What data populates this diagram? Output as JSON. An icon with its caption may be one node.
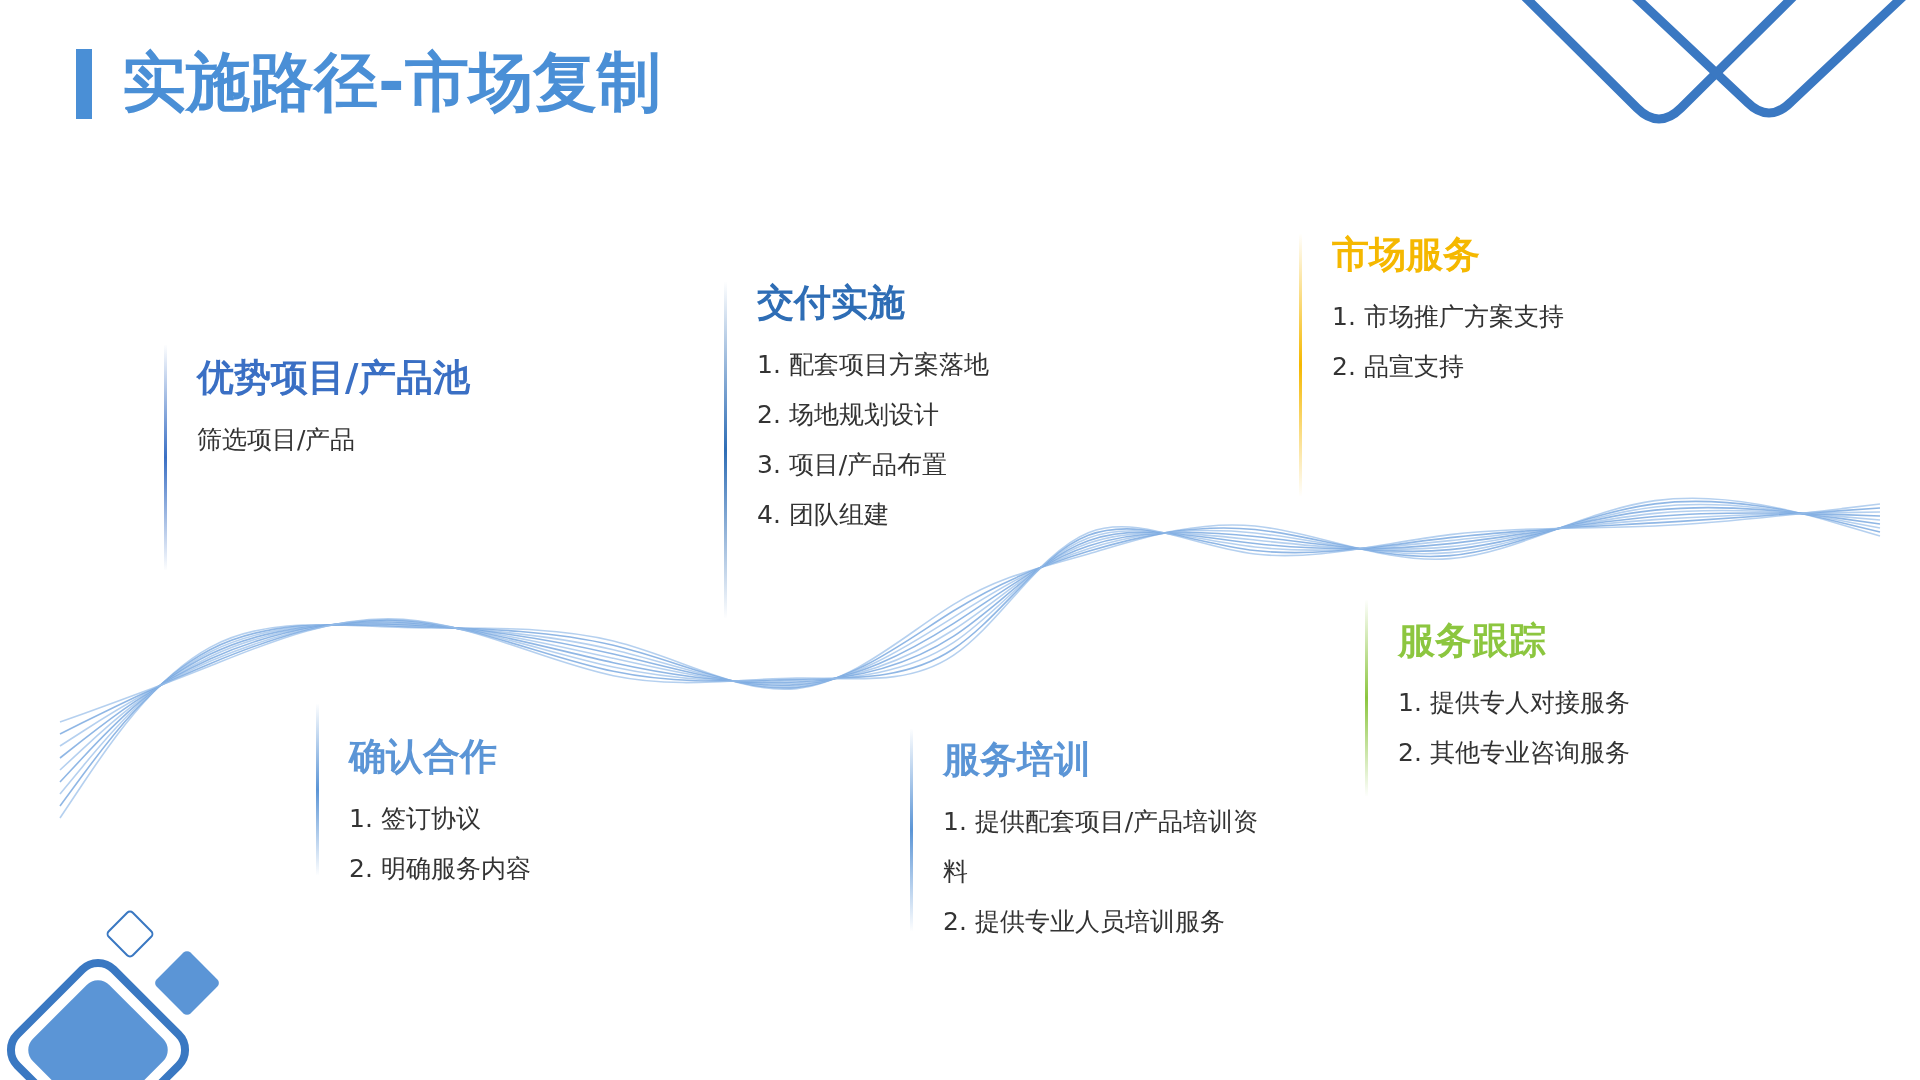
{
  "diagram": {
    "title": "实施路径-市场复制",
    "nodes": [
      {
        "text": [
          "优势项目/产品池",
          "筛选项目/产品"
        ]
      },
      {
        "text": [
          "交付实施",
          "1. 配套项目方案落地",
          "2. 场地规划设计",
          "3. 项目/产品布置",
          "4. 团队组建"
        ]
      },
      {
        "text": [
          "市场服务",
          "1. 市场推广方案支持",
          "2. 品宣支持"
        ]
      },
      {
        "text": [
          "确认合作",
          "1. 签订协议",
          "2. 明确服务内容"
        ]
      },
      {
        "text": [
          "服务培训",
          "1. 提供配套项目/产品培训资料",
          "2. 提供专业人员培训服务"
        ]
      },
      {
        "text": [
          "服务跟踪",
          "1. 提供专人对接服务",
          "2. 其他专业咨询服务"
        ]
      }
    ]
  }
}
